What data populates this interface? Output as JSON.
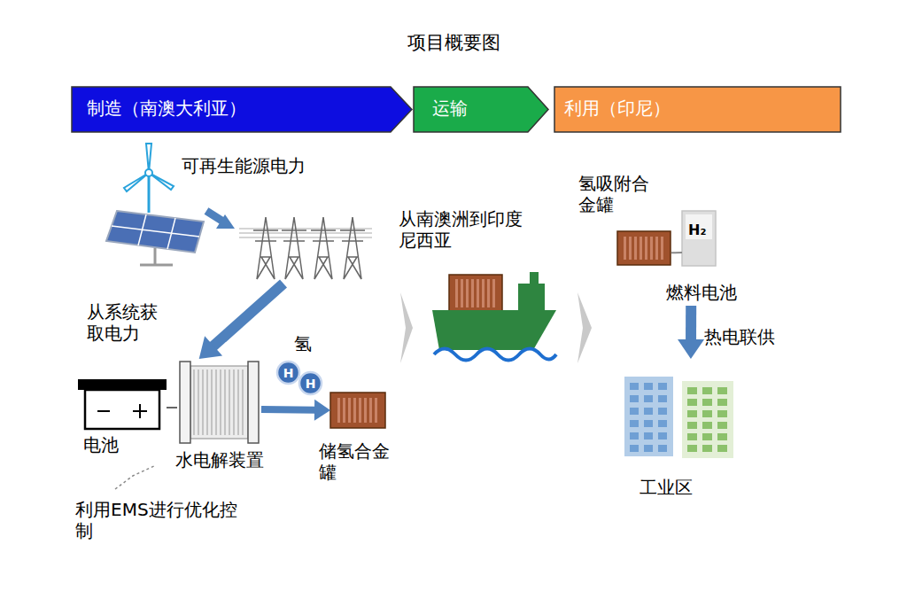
{
  "diagram": {
    "title": "项目概要图",
    "nodes": [
      {
        "text": [
          "制造（南澳大利亚）"
        ]
      },
      {
        "text": [
          "运输"
        ]
      },
      {
        "text": [
          "利用（印尼）"
        ]
      },
      {
        "text": [
          "可再生能源电力"
        ]
      },
      {
        "text": [
          "电池"
        ]
      },
      {
        "text": [
          "水电解装置"
        ]
      },
      {
        "text": [
          "H"
        ]
      },
      {
        "text": [
          "H"
        ]
      },
      {
        "text": [
          "储氢合金罐"
        ]
      },
      {
        "text": [
          "从南澳洲到印度尼西亚"
        ]
      },
      {
        "text": [
          "氢吸附合金罐"
        ]
      },
      {
        "text": [
          "H₂",
          "燃料电池"
        ]
      },
      {
        "text": [
          "工业区"
        ]
      }
    ],
    "edges": [
      {
        "from": 3,
        "to": 5,
        "arrow": "to",
        "label": "从系统获取电力"
      },
      {
        "from": 4,
        "to": 5,
        "arrow": "none"
      },
      {
        "from": 5,
        "to": 8,
        "arrow": "to"
      },
      {
        "from": 10,
        "to": 11,
        "arrow": "none"
      },
      {
        "from": 11,
        "to": 12,
        "arrow": "to",
        "label": "热电联供"
      }
    ],
    "labels": [
      "氢",
      "利用EMS进行优化控制"
    ]
  }
}
